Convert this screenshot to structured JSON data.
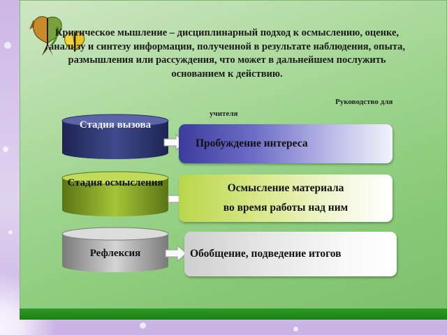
{
  "heading": "Критическое мышление – дисциплинарный подход к осмыслению, оценке, анализу и синтезу информации, полученной в результате наблюдения, опыта, размышления или рассуждения, что может в дальнейшем послужить основанием к действию.",
  "source": {
    "line1": "Руководство для",
    "line2": "учителя"
  },
  "stages": [
    {
      "label": "Стадия вызова",
      "color": "#27306a",
      "result": "Пробуждение интереса"
    },
    {
      "label": "Стадия осмысления",
      "color": "#6e8b1c",
      "result_line1": "Осмысление материала",
      "result_line2": "во время работы над ним"
    },
    {
      "label": "Рефлексия",
      "color": "#9a9a9a",
      "result": "Обобщение, подведение итогов"
    }
  ],
  "icons": [
    "butterfly-icon",
    "arrow-right-icon"
  ]
}
